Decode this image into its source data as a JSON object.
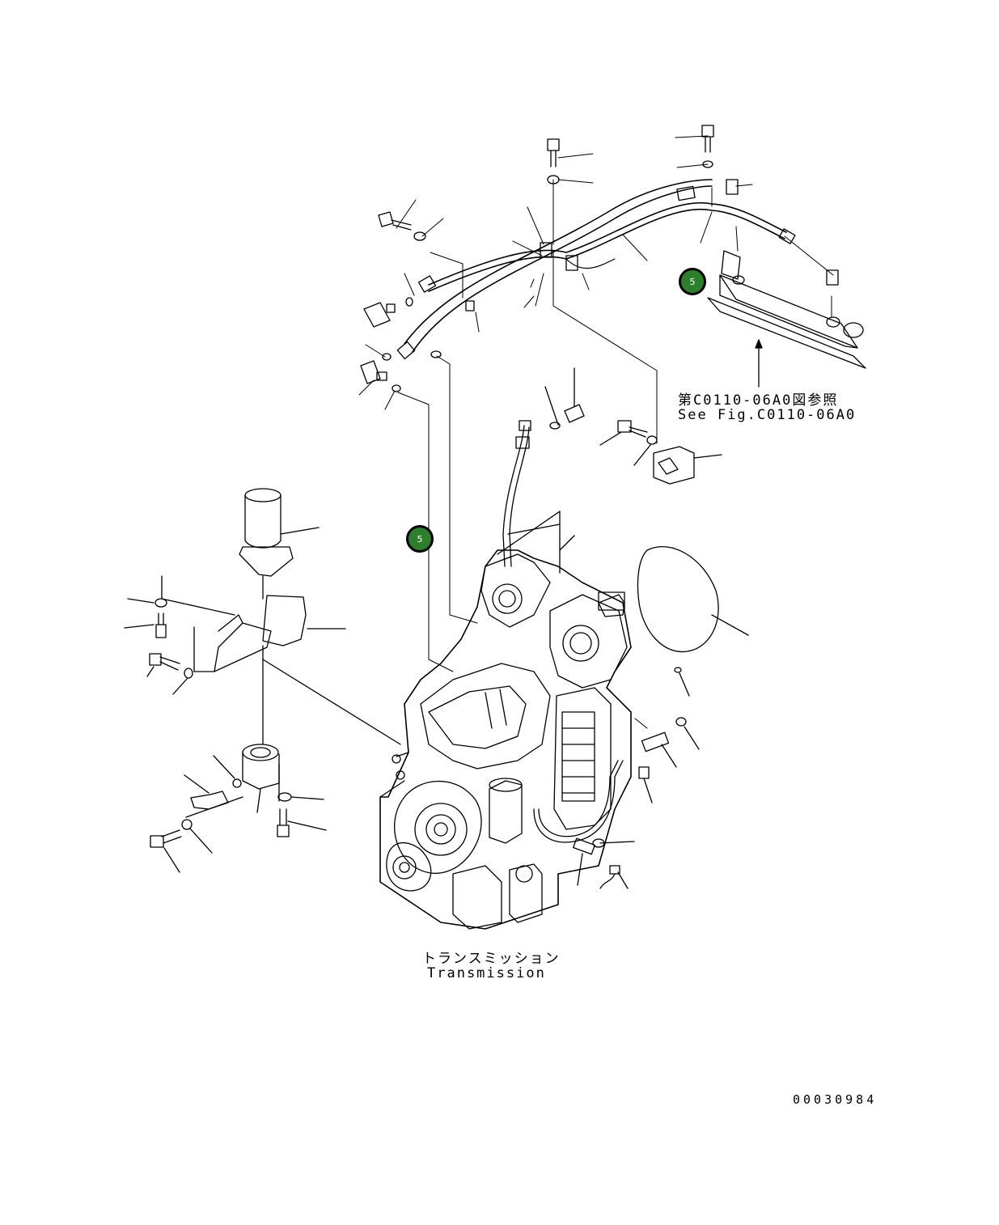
{
  "colors": {
    "line": "#000000",
    "callout_fill": "#2d7f2d",
    "callout_text": "#ffffff",
    "background": "#ffffff"
  },
  "reference": {
    "jp": "第C0110-06A0図参照",
    "en": "See Fig.C0110-06A0"
  },
  "assembly_label": {
    "jp": "トランスミッション",
    "en": "Transmission"
  },
  "callouts": [
    {
      "label": "5"
    },
    {
      "label": "5"
    }
  ],
  "drawing_number": "00030984"
}
